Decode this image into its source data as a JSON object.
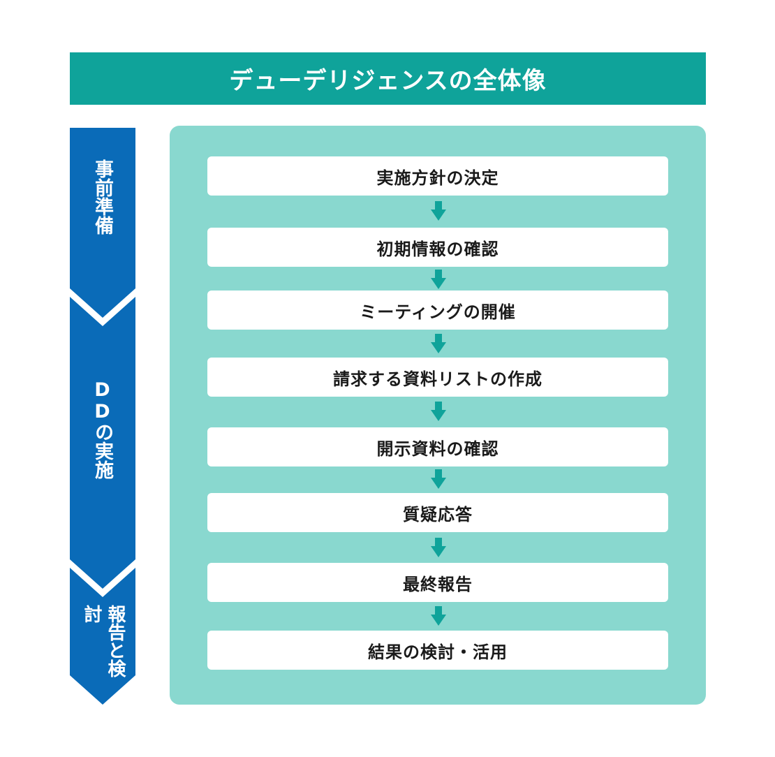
{
  "title": "デューデリジェンスの全体像",
  "colors": {
    "title_bg": "#0fa39a",
    "phase_bg": "#0a6bb8",
    "panel_bg": "#89d8cf",
    "arrow": "#0fa39a",
    "step_bg": "#ffffff"
  },
  "phases": [
    {
      "label": "事前準備"
    },
    {
      "label": "DDの実施"
    },
    {
      "label": "報告と検討"
    }
  ],
  "steps": [
    {
      "label": "実施方針の決定"
    },
    {
      "label": "初期情報の確認"
    },
    {
      "label": "ミーティングの開催"
    },
    {
      "label": "請求する資料リストの作成"
    },
    {
      "label": "開示資料の確認"
    },
    {
      "label": "質疑応答"
    },
    {
      "label": "最終報告"
    },
    {
      "label": "結果の検討・活用"
    }
  ],
  "icons": {
    "flow_arrow": "arrow-down-icon",
    "phase_chevron": "chevron-down-icon"
  }
}
